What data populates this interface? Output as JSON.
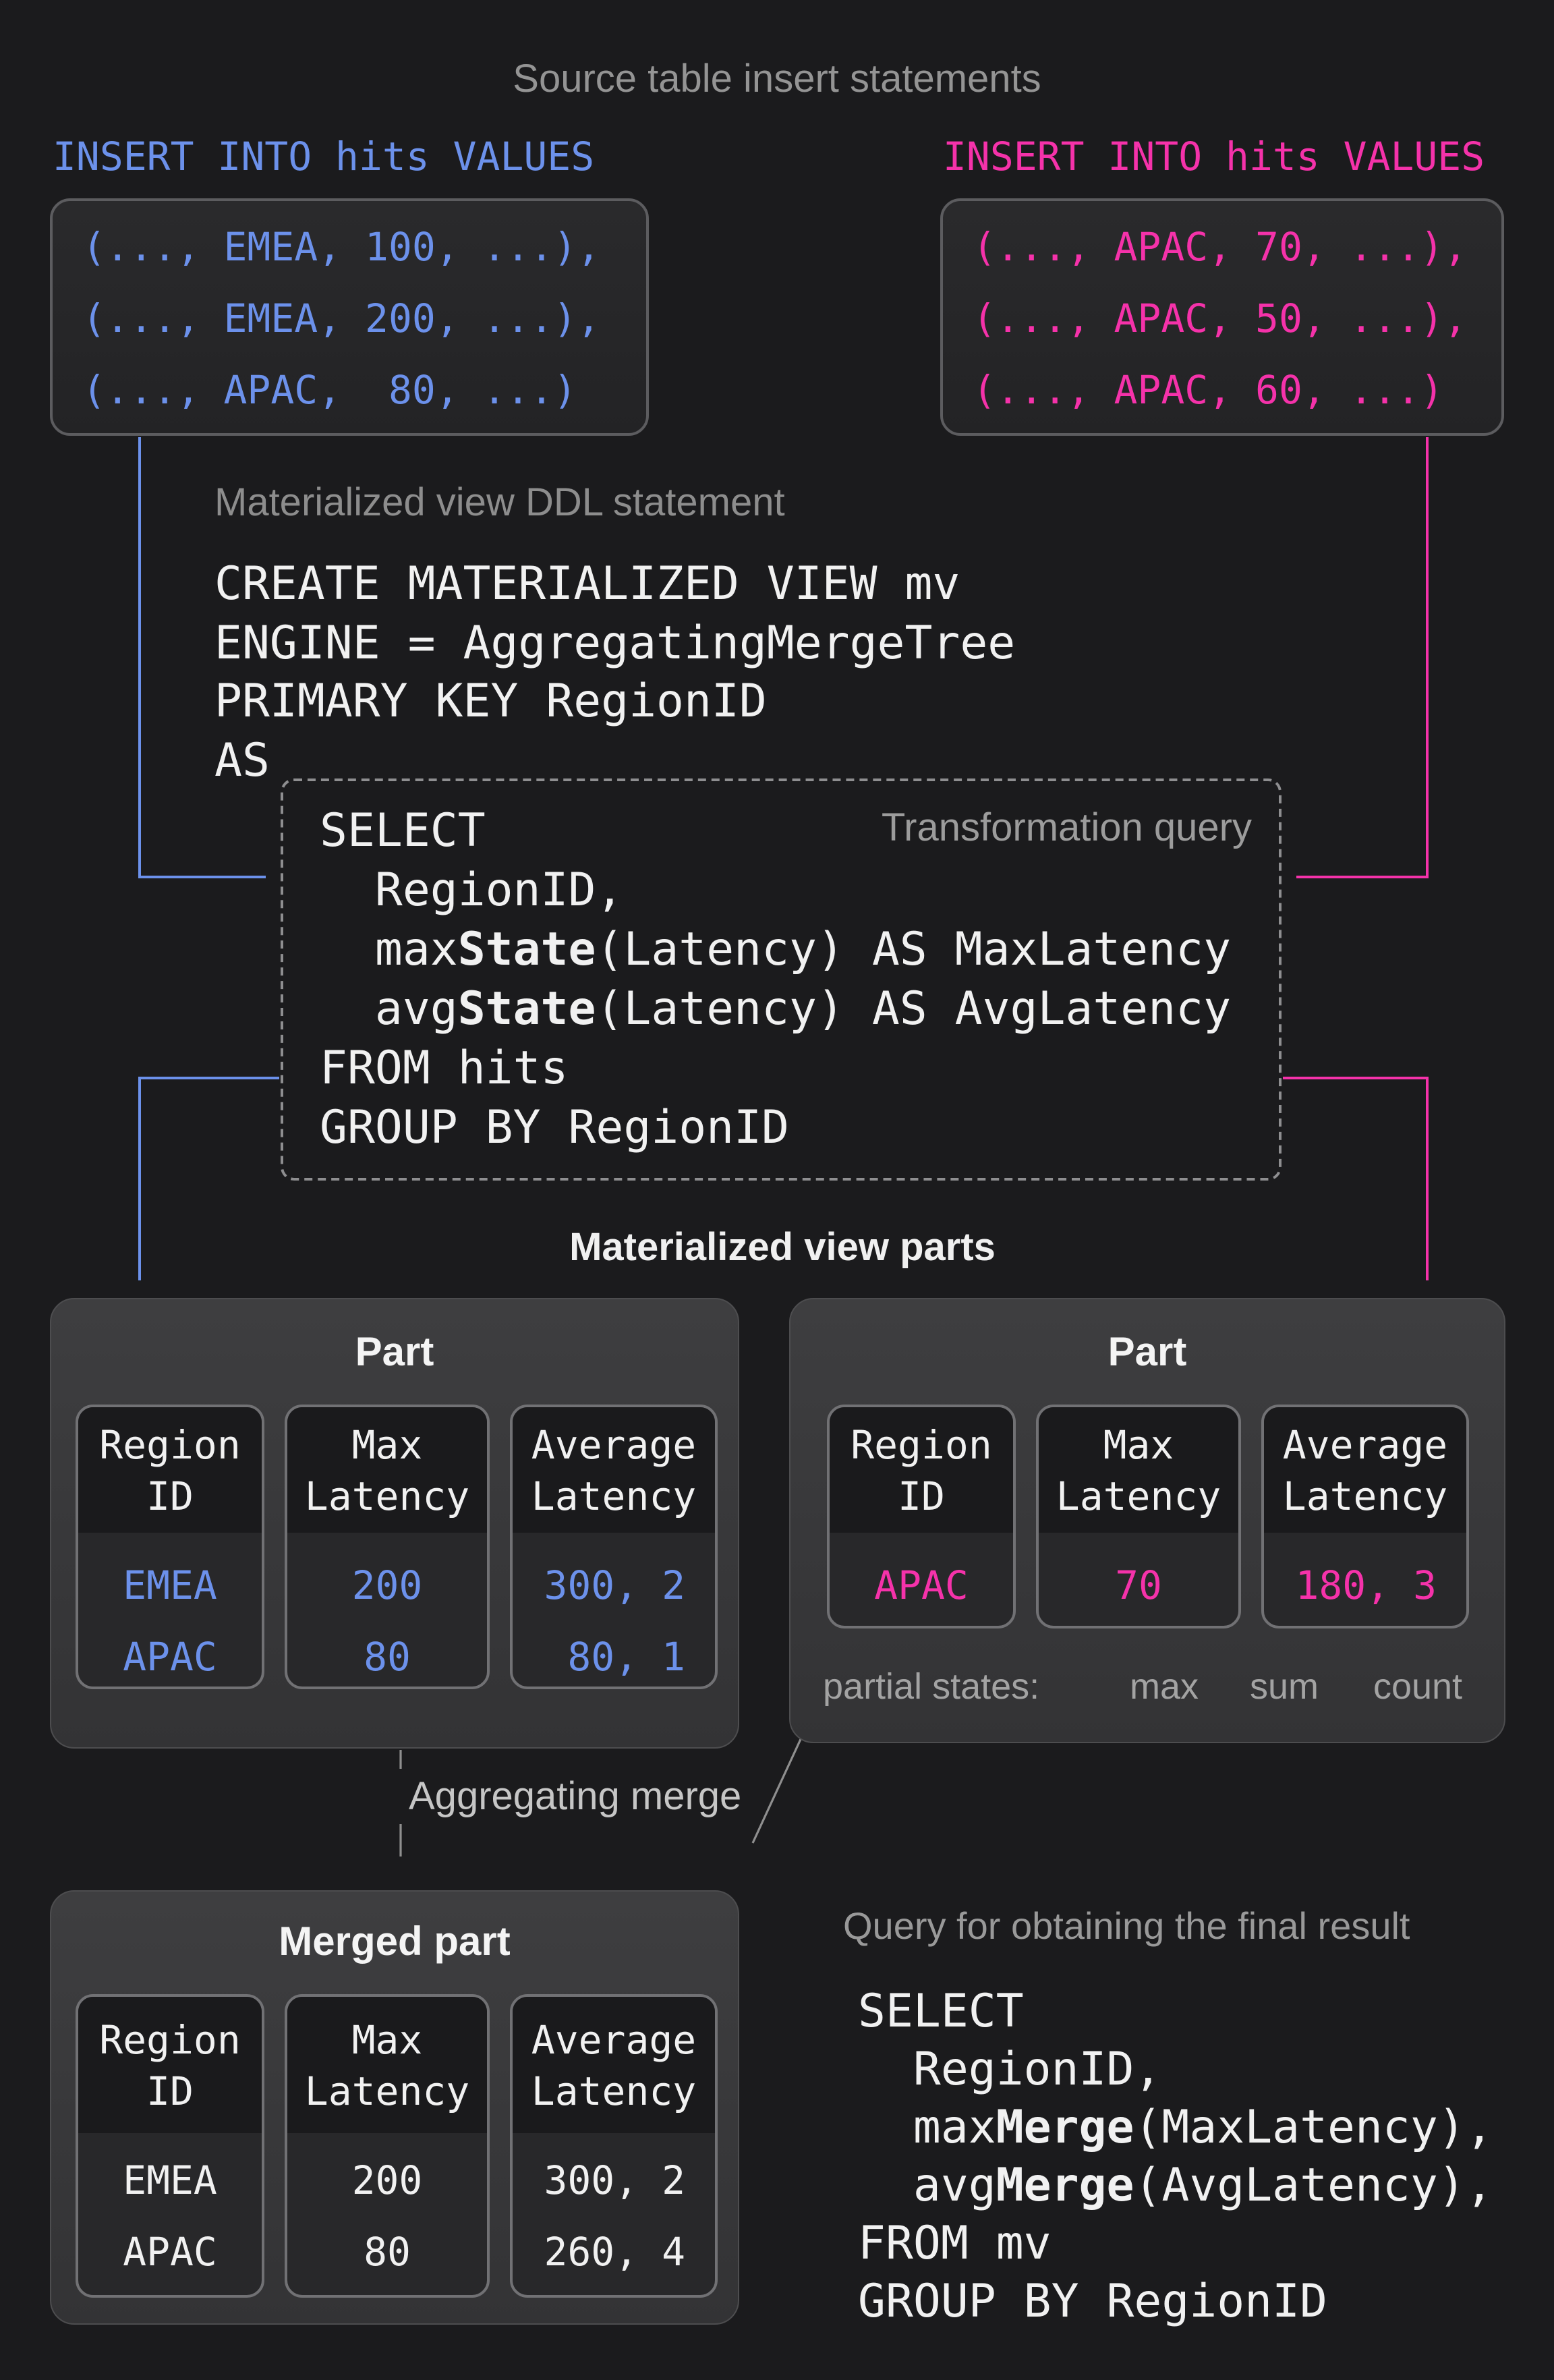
{
  "page": {
    "title": "Source table insert statements"
  },
  "colors": {
    "background": "#1b1b1d",
    "accent_blue": "#6c91eb",
    "accent_magenta": "#f532aa",
    "code_white": "#f1f1f1",
    "muted_gray": "#949494",
    "arrow_gray": "#8f8f8f"
  },
  "inserts": {
    "left": {
      "label": "INSERT INTO hits VALUES",
      "rows": [
        "(..., EMEA, 100, ...),",
        "(..., EMEA, 200, ...),",
        "(..., APAC,  80, ...)"
      ]
    },
    "right": {
      "label": "INSERT INTO hits VALUES",
      "rows": [
        "(..., APAC, 70, ...),",
        "(..., APAC, 50, ...),",
        "(..., APAC, 60, ...)"
      ]
    }
  },
  "ddl": {
    "label": "Materialized view DDL statement",
    "code": [
      "CREATE MATERIALIZED VIEW mv",
      "ENGINE = AggregatingMergeTree",
      "PRIMARY KEY RegionID",
      "AS"
    ]
  },
  "transformation": {
    "label": "Transformation query",
    "code": [
      "SELECT",
      "  RegionID,",
      "  max**State**(Latency) AS MaxLatency",
      "  avg**State**(Latency) AS AvgLatency",
      "FROM hits",
      "GROUP BY RegionID"
    ]
  },
  "parts": {
    "heading": "Materialized view parts",
    "merge_label": "Aggregating merge",
    "left": {
      "title": "Part",
      "columns": [
        "Region ID",
        "Max Latency",
        "Average Latency"
      ],
      "rows": [
        [
          "EMEA",
          "200",
          "300, 2"
        ],
        [
          "APAC",
          "80",
          "80, 1"
        ]
      ],
      "value_color": "#6c91eb"
    },
    "right": {
      "title": "Part",
      "columns": [
        "Region ID",
        "Max Latency",
        "Average Latency"
      ],
      "rows": [
        [
          "APAC",
          "70",
          "180, 3"
        ]
      ],
      "value_color": "#f532aa",
      "partial_states": {
        "label": "partial states:",
        "annotations": [
          "max",
          "sum",
          "count"
        ]
      }
    },
    "merged": {
      "title": "Merged part",
      "columns": [
        "Region ID",
        "Max Latency",
        "Average Latency"
      ],
      "rows": [
        [
          "EMEA",
          "200",
          "300, 2"
        ],
        [
          "APAC",
          "80",
          "260, 4"
        ]
      ],
      "value_color": "#f1f1f1"
    }
  },
  "final_query": {
    "label": "Query for obtaining the final result",
    "code": [
      "SELECT",
      "  RegionID,",
      "  max**Merge**(MaxLatency),",
      "  avg**Merge**(AvgLatency),",
      "FROM mv",
      "GROUP BY RegionID"
    ]
  }
}
